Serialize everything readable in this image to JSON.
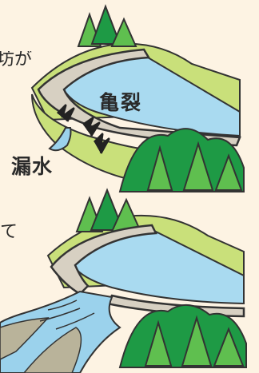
{
  "text": {
    "fragment_top": "坊が",
    "fragment_mid": "て",
    "label_crack": "亀裂",
    "label_leak": "漏水"
  },
  "colors": {
    "background": "#fdf3e3",
    "water": "#a9daf0",
    "dam_wall": "#d7d0c2",
    "dam_outline": "#333333",
    "grass": "#c9e07a",
    "tree_dark": "#1e9a45",
    "tree_light": "#5fbf4f",
    "leak_water": "#9bd2ec",
    "flood_mud": "#b9b39a",
    "crack": "#222222"
  },
  "icons": [
    "dam-icon",
    "tree-icon",
    "crack-icon",
    "water-leak-icon",
    "flood-icon"
  ]
}
